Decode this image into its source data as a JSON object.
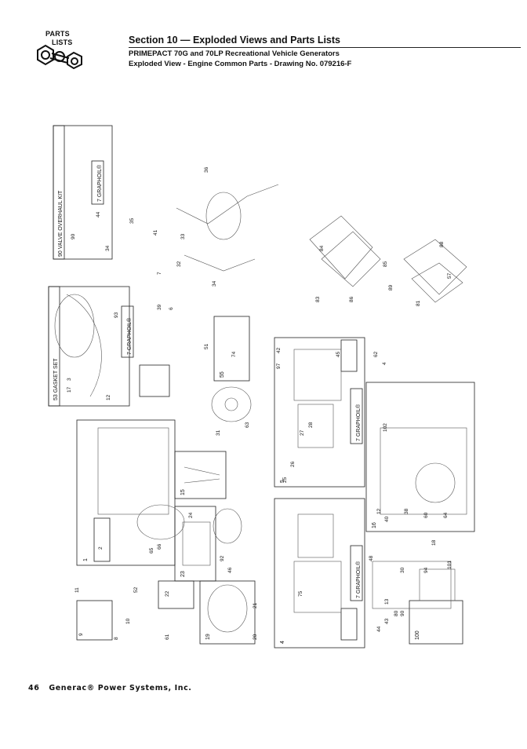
{
  "header": {
    "logo_line1": "PARTS",
    "logo_line2": "LISTS",
    "section_title": "Section 10 — Exploded Views and Parts Lists",
    "subtitle": "PRIMEPACT 70G and 70LP Recreational Vehicle Generators",
    "drawing_title": "Exploded View - Engine Common Parts - Drawing No. 079216-F"
  },
  "kits": {
    "valve_kit": "90 VALVE OVERHAUL KIT",
    "gasket_kit": "53 GASKET SET",
    "graphoil": "7 GRAPHOIL®"
  },
  "boxes": [
    "1",
    "4",
    "5",
    "15",
    "16",
    "19",
    "23",
    "55",
    "100"
  ],
  "callouts": [
    "90",
    "44",
    "34",
    "35",
    "41",
    "33",
    "36",
    "32",
    "34",
    "3",
    "17",
    "12",
    "93",
    "39",
    "6",
    "31",
    "63",
    "24",
    "92",
    "46",
    "75",
    "26",
    "25",
    "97",
    "42",
    "27",
    "28",
    "45",
    "102",
    "84",
    "86",
    "83",
    "85",
    "89",
    "81",
    "57",
    "88",
    "62",
    "4",
    "12",
    "40",
    "38",
    "60",
    "64",
    "101",
    "94",
    "30",
    "18",
    "43",
    "44",
    "90",
    "21",
    "22",
    "20",
    "65",
    "66",
    "52",
    "11",
    "10",
    "9",
    "61",
    "8",
    "74",
    "51",
    "13",
    "80",
    "48",
    "7",
    "2"
  ],
  "footer": {
    "page_number": "46",
    "company": "Generac® Power Systems, Inc."
  }
}
